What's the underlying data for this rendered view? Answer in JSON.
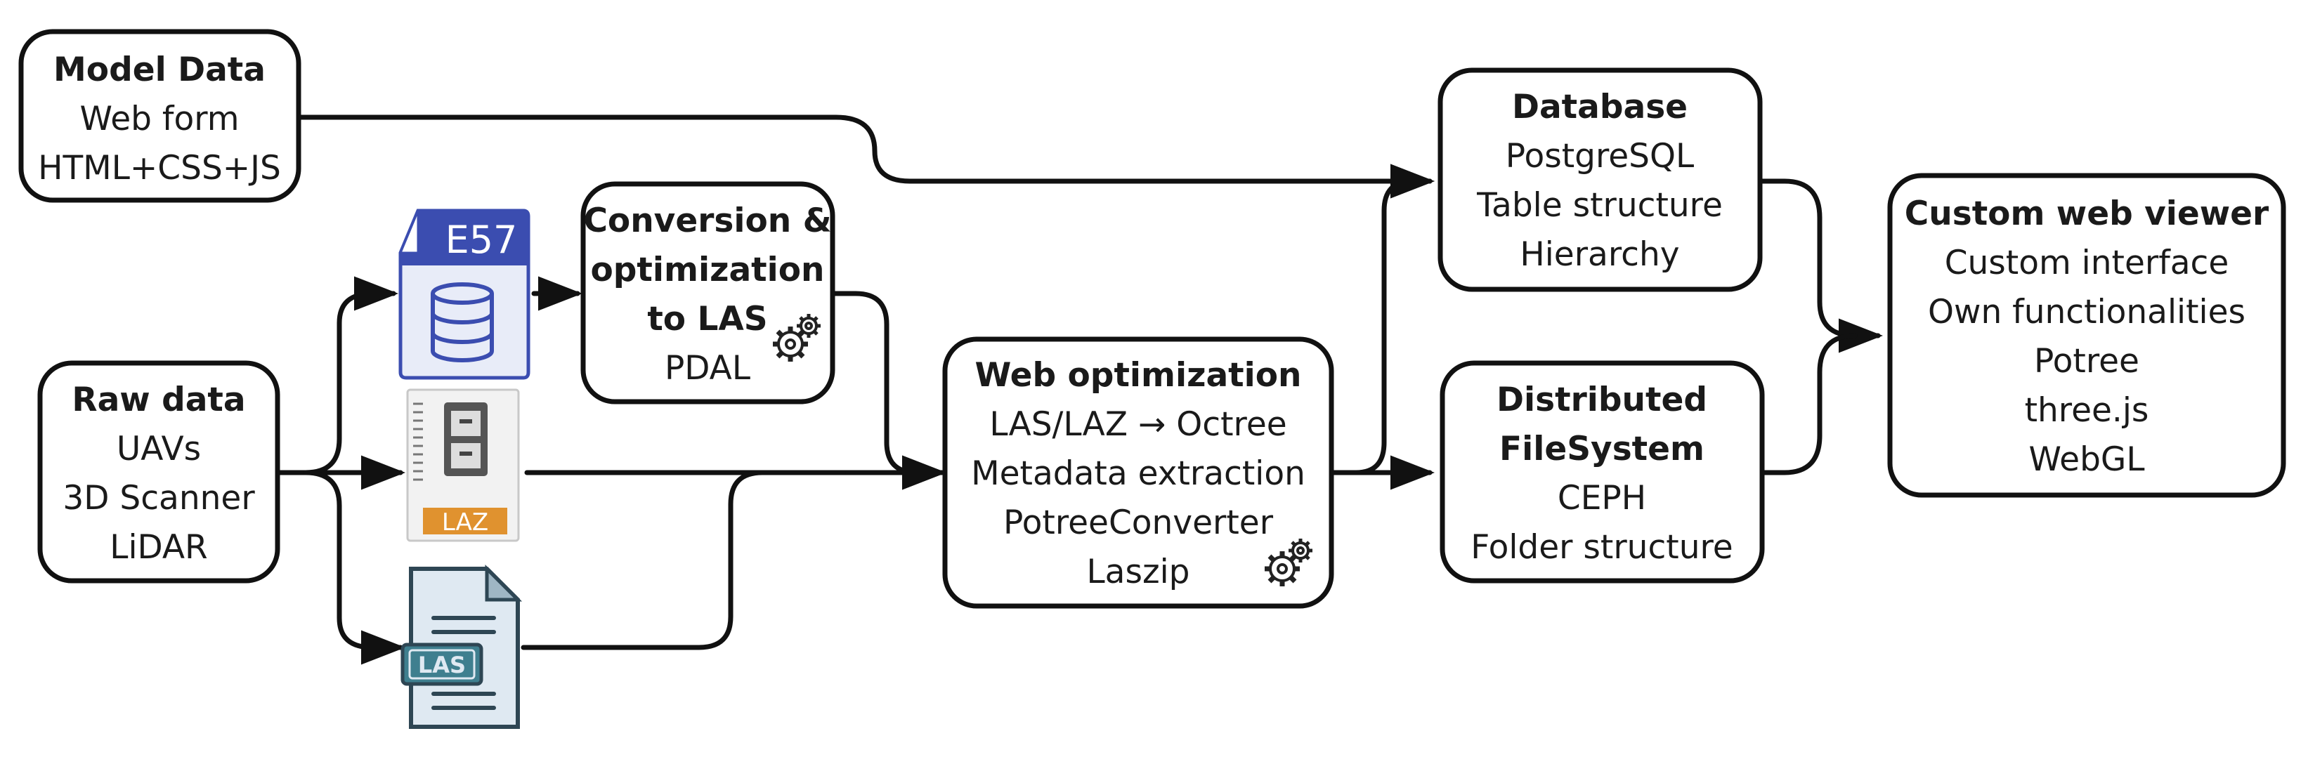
{
  "boxes": {
    "model_data": {
      "title": [
        "Model Data"
      ],
      "lines": [
        "Web form",
        "HTML+CSS+JS"
      ]
    },
    "raw_data": {
      "title": [
        "Raw data"
      ],
      "lines": [
        "UAVs",
        "3D Scanner",
        "LiDAR"
      ]
    },
    "conversion": {
      "title": [
        "Conversion &",
        "optimization",
        "to LAS"
      ],
      "lines": [
        "PDAL"
      ]
    },
    "web_optimization": {
      "title": [
        "Web optimization"
      ],
      "lines": [
        "LAS/LAZ →  Octree",
        "Metadata extraction",
        "PotreeConverter",
        "Laszip"
      ]
    },
    "database": {
      "title": [
        "Database"
      ],
      "lines": [
        "PostgreSQL",
        "Table structure",
        "Hierarchy"
      ]
    },
    "dfs": {
      "title": [
        "Distributed",
        "FileSystem"
      ],
      "lines": [
        "CEPH",
        "Folder structure"
      ]
    },
    "viewer": {
      "title": [
        "Custom web viewer"
      ],
      "lines": [
        "Custom interface",
        "Own functionalities",
        "Potree",
        "three.js",
        "WebGL"
      ]
    }
  },
  "file_icons": {
    "e57": {
      "label": "E57",
      "icon": "database-file-icon"
    },
    "laz": {
      "label": "LAZ",
      "icon": "archive-file-icon"
    },
    "las": {
      "label": "LAS",
      "icon": "document-file-icon"
    }
  },
  "colors": {
    "stroke": "#111111",
    "e57_blue": "#3b4db0",
    "laz_orange": "#e0922f",
    "las_teal": "#3f7f8f",
    "las_fill": "#dfe9f2"
  }
}
